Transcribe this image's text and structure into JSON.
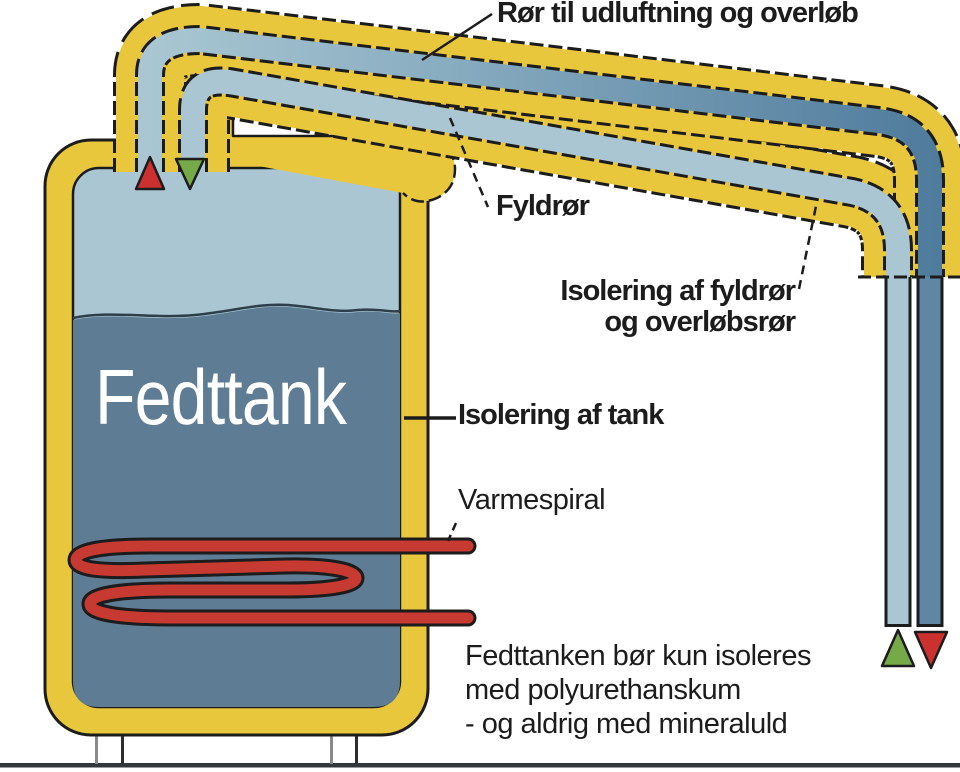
{
  "diagram": {
    "tank_label": "Fedttank",
    "labels": {
      "vent_pipe": "Rør til udluftning og overløb",
      "fill_pipe": "Fyldrør",
      "pipe_insulation_line1": "Isolering af fyldrør",
      "pipe_insulation_line2": "og overløbsrør",
      "tank_insulation": "Isolering af tank",
      "heating_coil": "Varmespiral"
    },
    "note": {
      "line1": "Fedttanken bør kun isoleres",
      "line2": "med polyurethanskum",
      "line3": "- og aldrig med mineraluld"
    },
    "colors": {
      "insulation_yellow": "#E9C73C",
      "tank_interior_blue": "#A9C6D2",
      "fat_slate_blue": "#5E7D95",
      "vent_pipe_dark_blue": "#4F7B9C",
      "fill_pipe_light_blue": "#A9C6D2",
      "coil_red": "#C63A31",
      "marker_red": "#CC3130",
      "marker_green": "#76A948",
      "outline_black": "#1C1C1C",
      "wave_line": "#2E3F4C",
      "base_line": "#33383D",
      "leg_gray": "#8A8A8A",
      "leg_dark": "#2E2E2E"
    }
  }
}
